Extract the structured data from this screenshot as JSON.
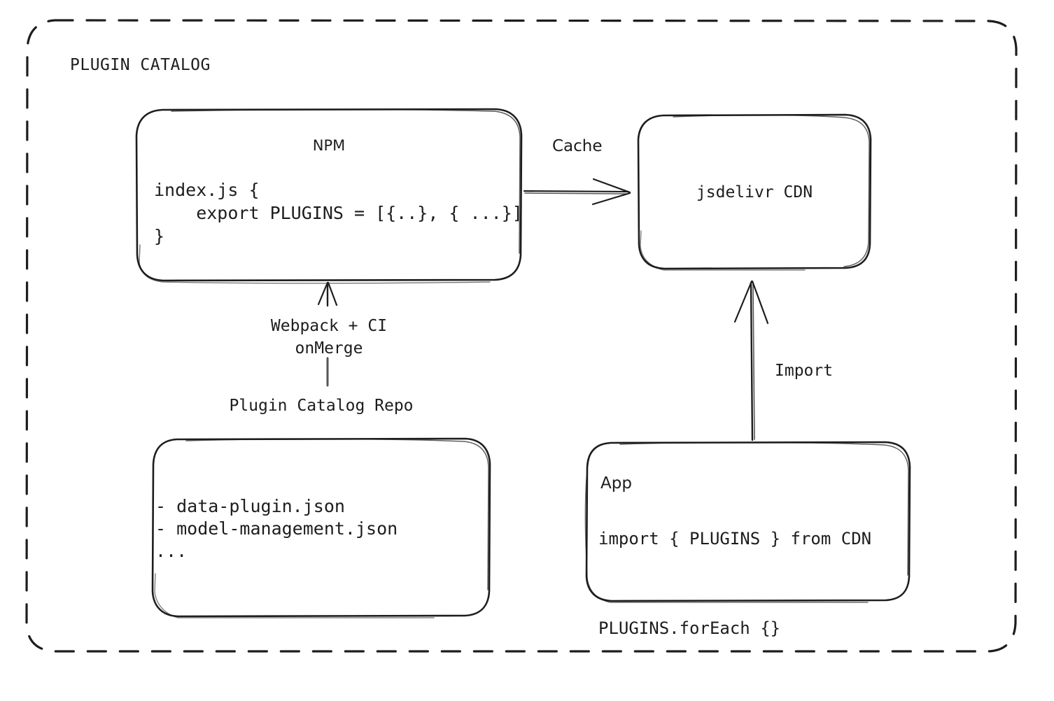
{
  "diagram": {
    "title": "PLUGIN CATALOG",
    "container": {
      "style": "dashed-rounded-rectangle"
    },
    "nodes": {
      "npm": {
        "title": "NPM",
        "code": "index.js {\n    export PLUGINS = [{..}, { ...}]\n}"
      },
      "cdn": {
        "title": "jsdelivr CDN"
      },
      "repo": {
        "caption": "Plugin Catalog Repo",
        "files": "- data-plugin.json\n- model-management.json\n..."
      },
      "app": {
        "title": "App",
        "code": "import { PLUGINS } from CDN\n\nPLUGINS.forEach {}"
      }
    },
    "edges": {
      "cache": {
        "label": "Cache",
        "from": "npm",
        "to": "cdn",
        "direction": "right"
      },
      "build": {
        "label": "Webpack + CI\nonMerge",
        "from": "repo",
        "to": "npm",
        "direction": "up"
      },
      "import": {
        "label": "Import",
        "from": "app",
        "to": "cdn",
        "direction": "up"
      }
    },
    "colors": {
      "stroke": "#1d1d1d",
      "background": "#ffffff",
      "text": "#1d1d1d"
    }
  }
}
